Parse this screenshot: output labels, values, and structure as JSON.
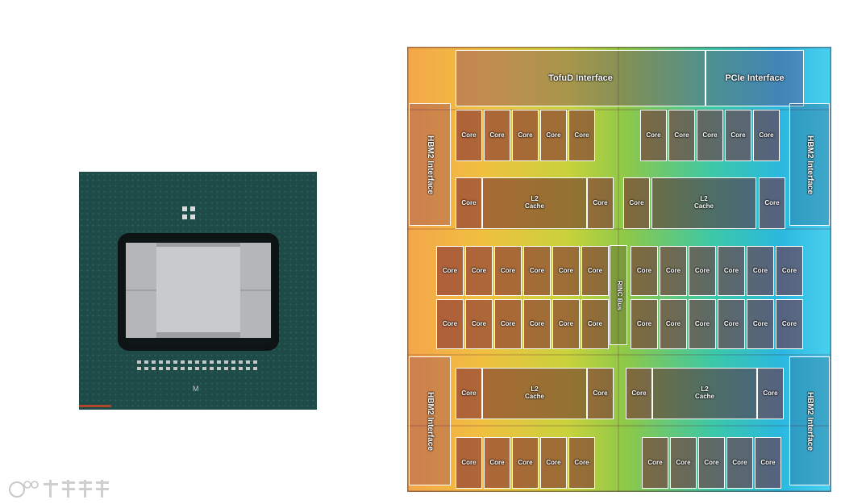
{
  "die": {
    "core_label": "Core",
    "l2_label": "L2\nCache",
    "tofud_label": "TofuD Interface",
    "pcie_label": "PCIe Interface",
    "hbm_label": "HBM2 Interface",
    "ring_label": "RINC Bus"
  },
  "colors": {
    "package": "#1e4a47",
    "die_left": "#f4a64a",
    "die_right": "#2ab8e0",
    "block_outline": "#ffffff"
  }
}
